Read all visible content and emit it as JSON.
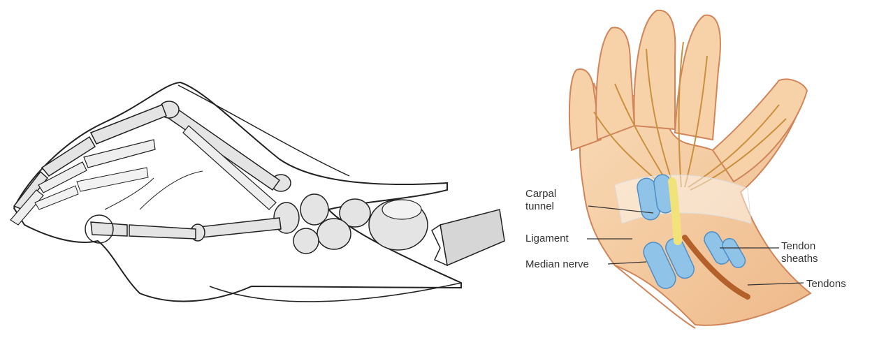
{
  "labels": {
    "carpal_line1": "Carpal",
    "carpal_line2": "tunnel",
    "ligament": "Ligament",
    "median_nerve": "Median nerve",
    "tendon_sheaths_line1": "Tendon",
    "tendon_sheaths_line2": "sheaths",
    "tendons": "Tendons"
  },
  "colors": {
    "skin": "#f5cfa4",
    "skin_shadow": "#e9a876",
    "skin_outline": "#d0855a",
    "sheath_blue": "#8fc3e8",
    "sheath_blue_dark": "#4f8ec6",
    "nerve_yellow": "#f2e27a",
    "tendon_brown": "#b4602a",
    "bone_fill": "#e4e4e4",
    "line": "#222222"
  }
}
